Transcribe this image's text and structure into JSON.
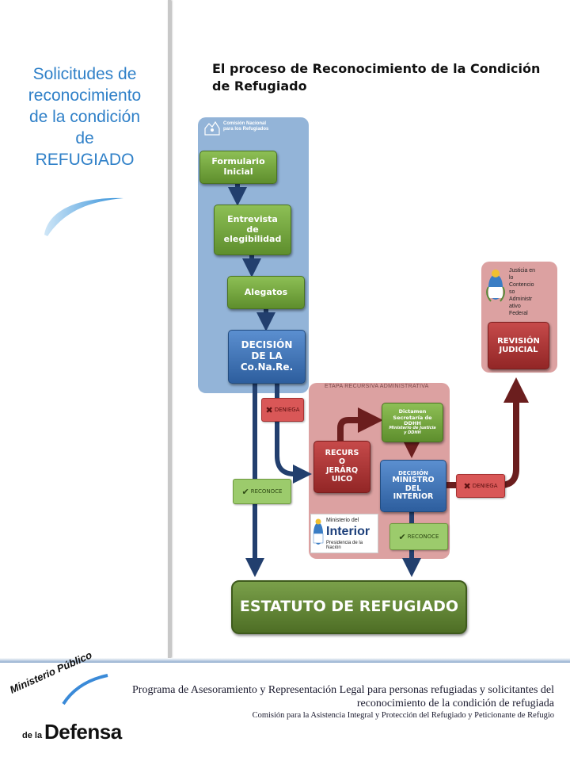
{
  "sidebar": {
    "title_lines": [
      "Solicitudes de",
      "reconocimiento",
      "de la condición",
      "de",
      "REFUGIADO"
    ]
  },
  "main": {
    "title": "El proceso de Reconocimiento de la Condición de Refugiado"
  },
  "diagram": {
    "conare_logo_text": [
      "Comisión Nacional",
      "para los Refugiados"
    ],
    "nodes": {
      "formulario": [
        "Formulario",
        "Inicial"
      ],
      "entrevista": [
        "Entrevista",
        "de",
        "elegibilidad"
      ],
      "alegatos": "Alegatos",
      "decision_conare": [
        "DECISIÓN",
        "DE LA",
        "Co.Na.Re."
      ],
      "dictamen": [
        "Dictamen",
        "Secretaría de",
        "DDHH",
        "Ministerio de Justicia",
        "y DDHH"
      ],
      "recurso": [
        "RECURS",
        "O",
        "JERÁRQ",
        "UICO"
      ],
      "decision_ministro": [
        "DECISIÓN",
        "MINISTRO",
        "DEL",
        "INTERIOR"
      ],
      "revision": [
        "REVISIÓN",
        "JUDICIAL"
      ],
      "estatuto": "ESTATUTO DE REFUGIADO"
    },
    "tags": {
      "deniega_1": "DENIEGA",
      "deniega_2": "DENIEGA",
      "reconoce_1": "RECONOCE",
      "reconoce_2": "RECONOCE"
    },
    "etapa_label": "ETAPA RECURSIVA ADMINISTRATIVA",
    "justicia_lines": [
      "Justicia en",
      "lo",
      "Contencio",
      "so",
      "Administr",
      "ativo",
      "Federal"
    ],
    "ministerio_logo": [
      "Ministerio del",
      "Interior",
      "Presidencia de la Nación"
    ],
    "colors": {
      "conare_panel": "#93b4d8",
      "admin_panel": "#dca1a1",
      "arrow_blue": "#223f6e",
      "arrow_red": "#6b1e1e"
    }
  },
  "footer": {
    "logo_lines": [
      "Ministerio Público",
      "de la",
      "Defensa"
    ],
    "line1": "Programa de Asesoramiento y Representación Legal para personas refugiadas y solicitantes del reconocimiento de la condición de refugiada",
    "line2": "Comisión para la Asistencia Integral y Protección del Refugiado y Peticionante de Refugio"
  }
}
